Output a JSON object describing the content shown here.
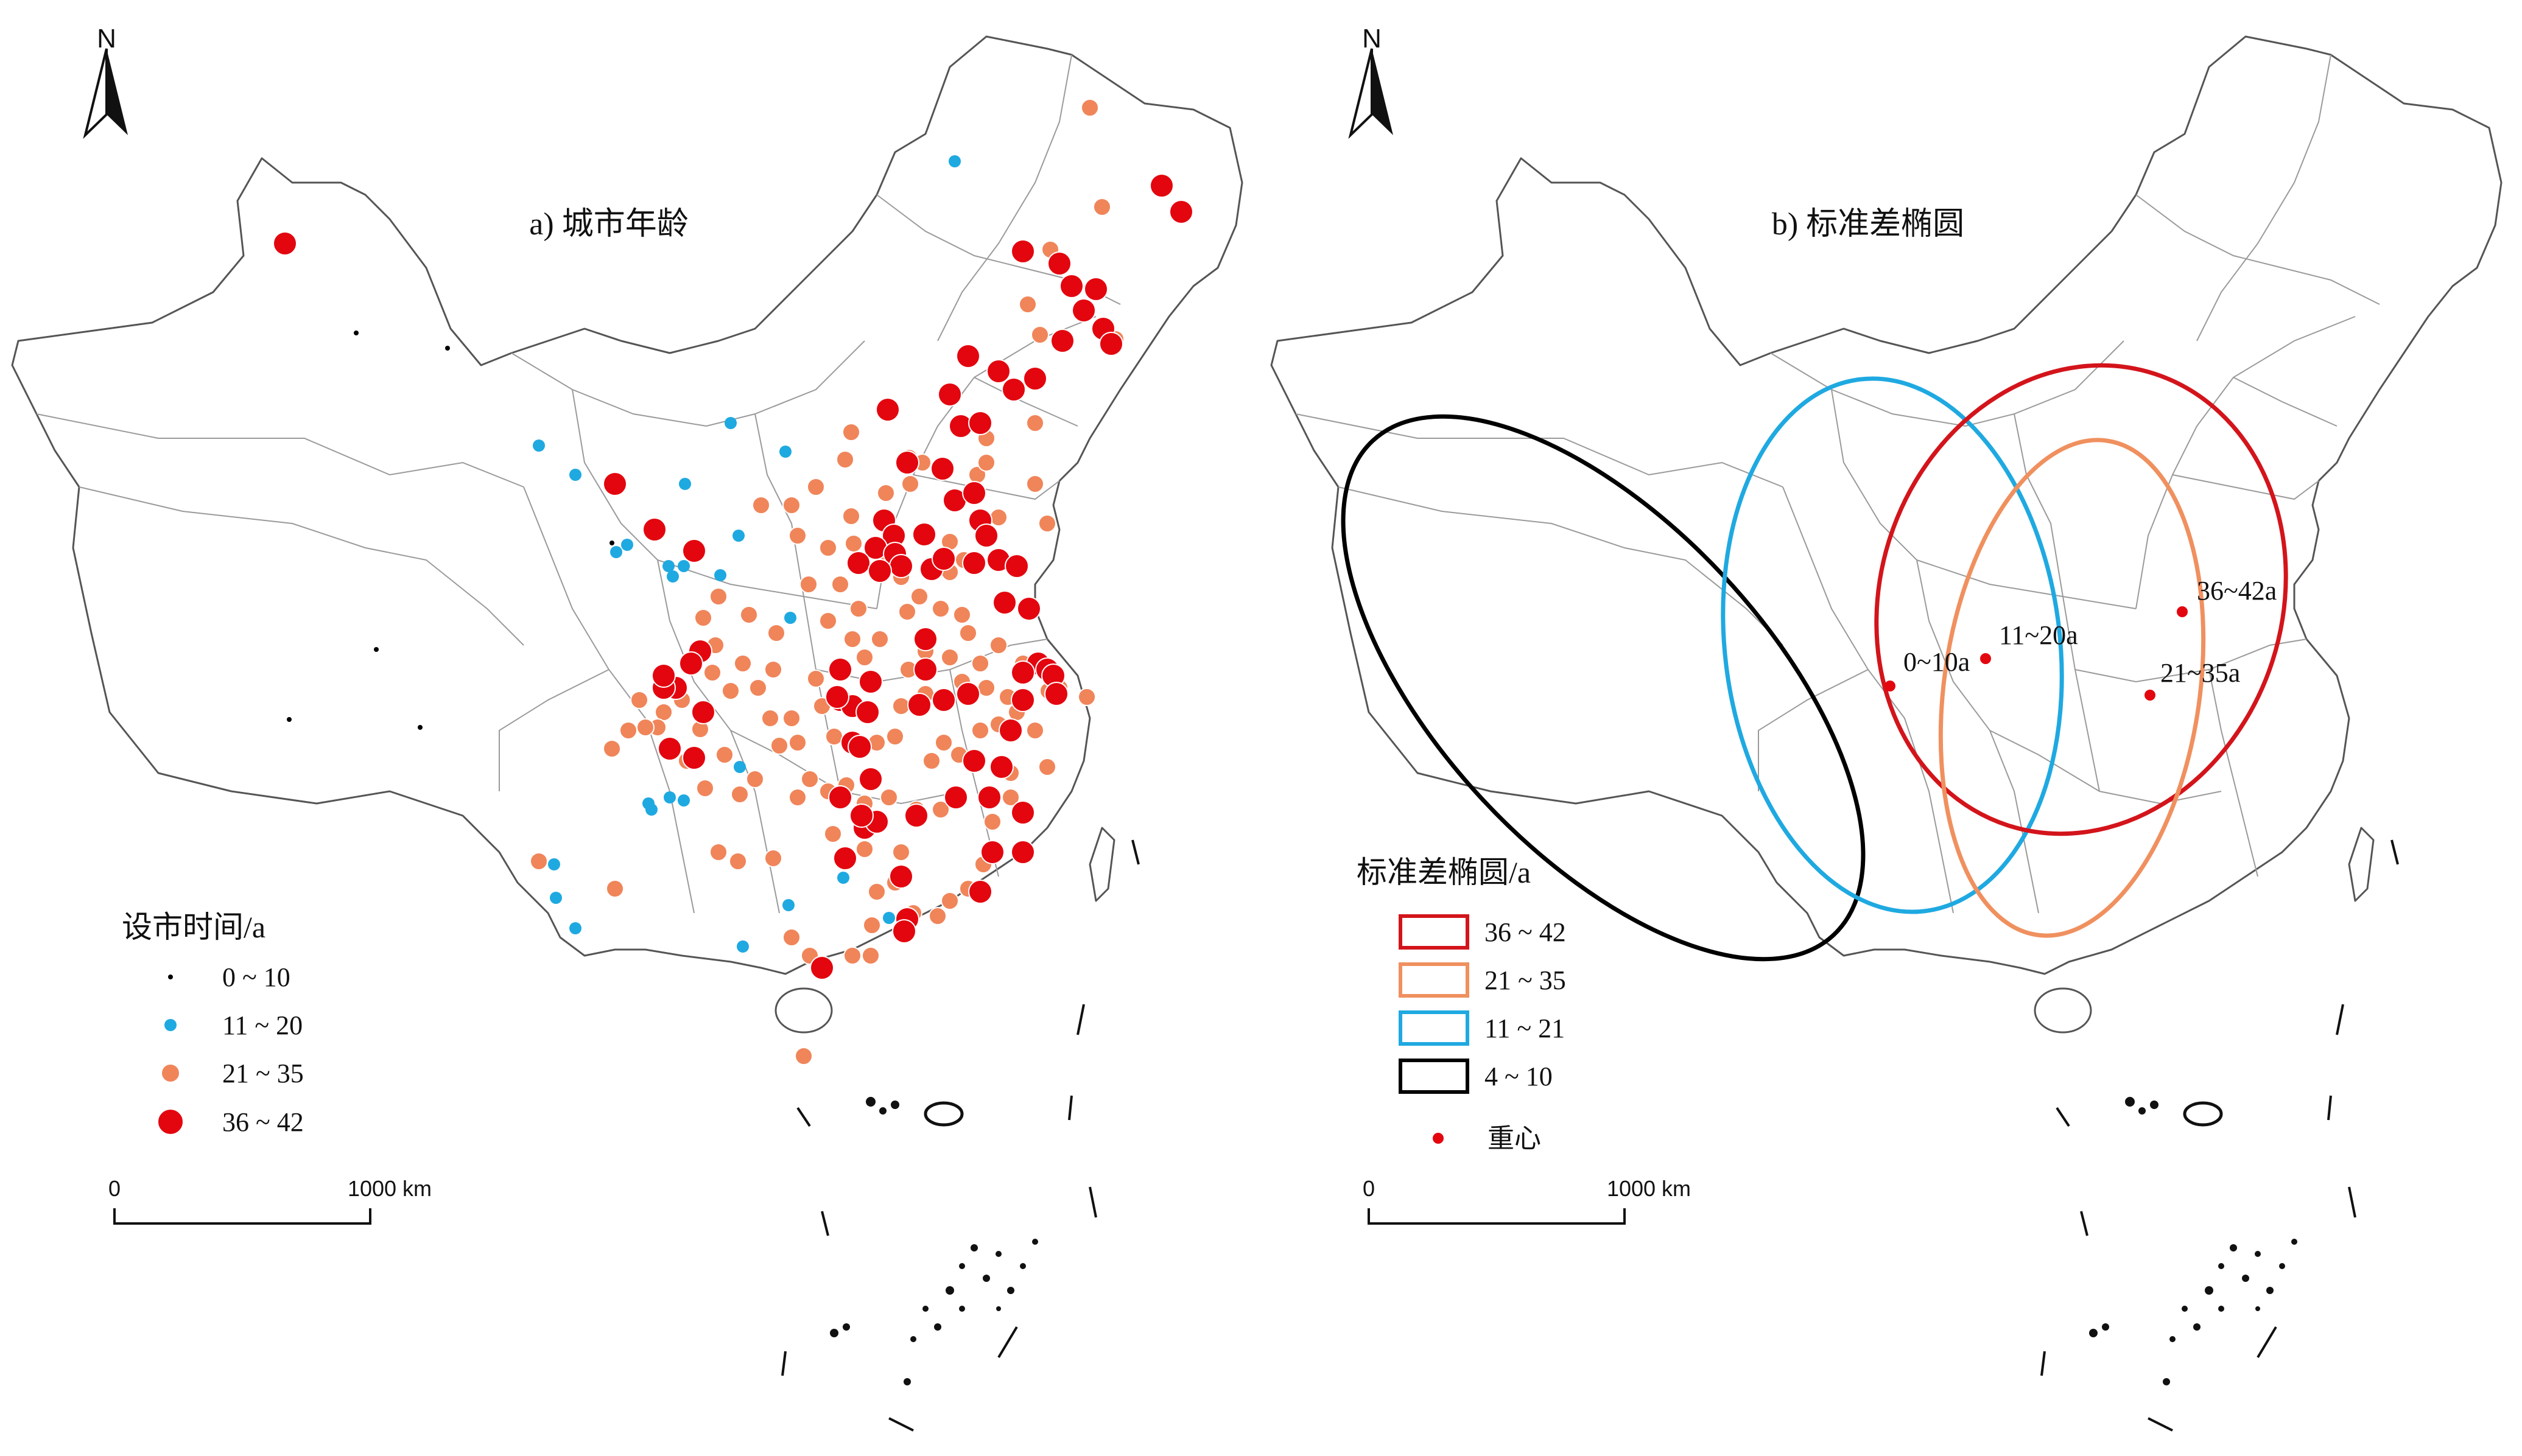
{
  "panel_a": {
    "title": "a) 城市年龄",
    "north_label": "N",
    "legend": {
      "title": "设市时间/a",
      "items": [
        {
          "label": "0 ~ 10",
          "class": "0-10",
          "color": "#000000"
        },
        {
          "label": "11 ~ 20",
          "class": "11-20",
          "color": "#1fa9e1"
        },
        {
          "label": "21 ~ 35",
          "class": "21-35",
          "color": "#f0855a"
        },
        {
          "label": "36 ~ 42",
          "class": "36-42",
          "color": "#e3060f"
        }
      ]
    },
    "scalebar": {
      "start": "0",
      "end": "1000 km"
    }
  },
  "panel_b": {
    "title": "b) 标准差椭圆",
    "north_label": "N",
    "legend": {
      "title": "标准差椭圆/a",
      "items": [
        {
          "label": "36 ~ 42",
          "color": "#d3141b"
        },
        {
          "label": "21 ~ 35",
          "color": "#f0905f"
        },
        {
          "label": "11 ~ 21",
          "color": "#1fa9e1"
        },
        {
          "label": "4 ~ 10",
          "color": "#000000"
        }
      ],
      "centroid_label": "重心",
      "centroid_color": "#e3060f"
    },
    "ellipse_labels": [
      "36~42a",
      "21~35a",
      "11~20a",
      "0~10a"
    ],
    "scalebar": {
      "start": "0",
      "end": "1000 km"
    }
  }
}
